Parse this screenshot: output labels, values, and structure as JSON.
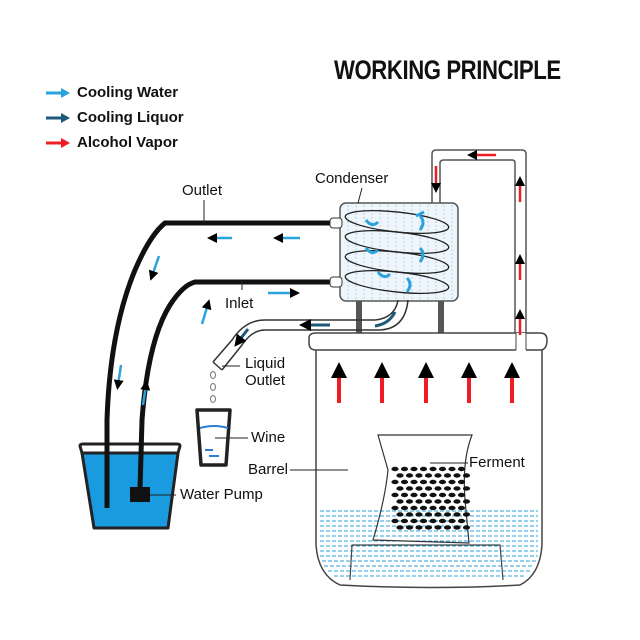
{
  "title": "WORKING PRINCIPLE",
  "legend": [
    {
      "label": "Cooling Water",
      "color": "#2aa3dd",
      "icon": "arrow-right-icon"
    },
    {
      "label": "Cooling Liquor",
      "color": "#1d5a7a",
      "icon": "arrow-right-icon"
    },
    {
      "label": "Alcohol Vapor",
      "color": "#ee1c25",
      "icon": "arrow-right-icon"
    }
  ],
  "labels": {
    "outlet": "Outlet",
    "condenser": "Condenser",
    "inlet": "Inlet",
    "liquid_outlet_line1": "Liquid",
    "liquid_outlet_line2": "Outlet",
    "wine": "Wine",
    "barrel": "Barrel",
    "ferment": "Ferment",
    "water_pump": "Water Pump"
  },
  "colors": {
    "cooling_water": "#2aa3dd",
    "cooling_liquor": "#1d5a7a",
    "alcohol_vapor": "#ee1c25",
    "water_fill": "#1a9be0",
    "outline": "#222222"
  }
}
